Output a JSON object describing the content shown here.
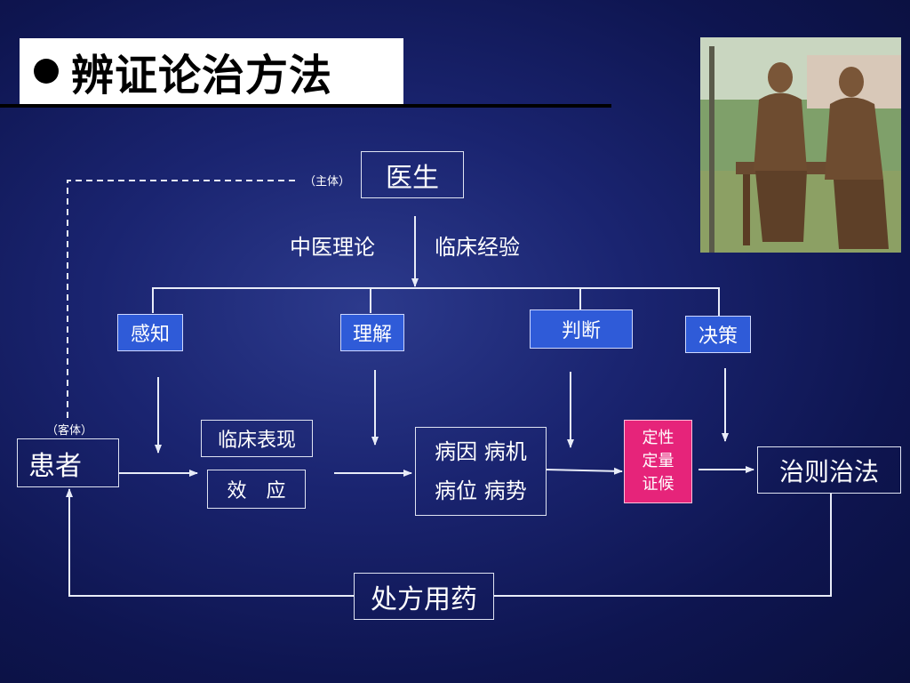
{
  "title": "辨证论治方法",
  "nodes": {
    "doctor": "医生",
    "doctor_role": "（主体）",
    "theory": "中医理论",
    "experience": "临床经验",
    "perceive": "感知",
    "understand": "理解",
    "judge": "判断",
    "decide": "决策",
    "patient": "患者",
    "patient_role": "（客体）",
    "clinical": "临床表现",
    "effect": "效　应",
    "cause_line1": "病因 病机",
    "cause_line2": "病位 病势",
    "syndrome_line1": "定性",
    "syndrome_line2": "定量",
    "syndrome_line3": "证候",
    "principle": "治则治法",
    "prescription": "处方用药"
  },
  "colors": {
    "blue_box": "#2f5bd8",
    "pink_box": "#e6247a",
    "line": "#e8ecf8"
  }
}
